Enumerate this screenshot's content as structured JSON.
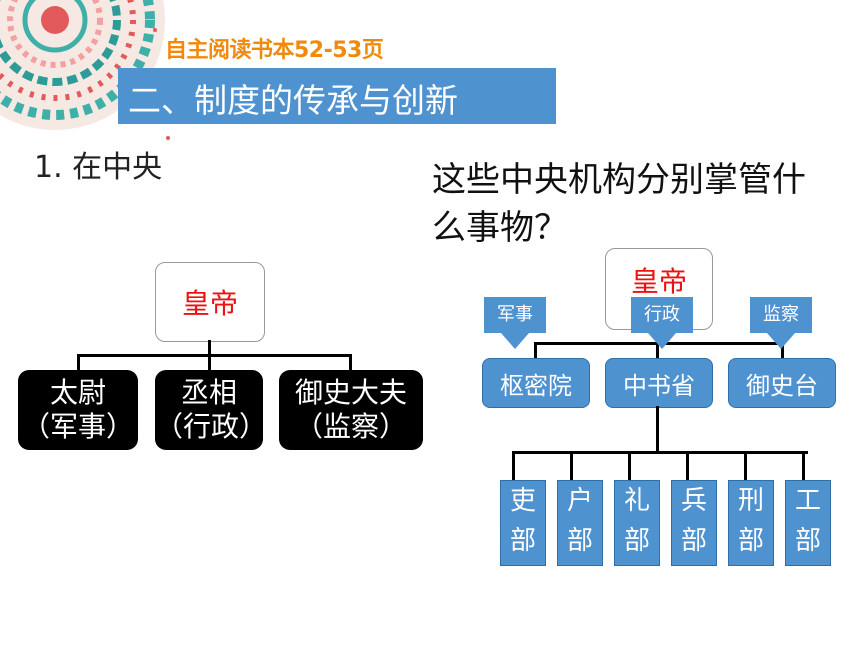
{
  "header": {
    "subtitle": "自主阅读书本52-53页",
    "title": "二、制度的传承与创新"
  },
  "section_label": "1. 在中央",
  "question": "这些中央机构分别掌管什么事物？",
  "left_chart": {
    "emperor": "皇帝",
    "offices": [
      {
        "name": "太尉",
        "role": "（军事）"
      },
      {
        "name": "丞相",
        "role": "（行政）"
      },
      {
        "name": "御史大夫",
        "role": "（监察）"
      }
    ]
  },
  "right_chart": {
    "emperor": "皇帝",
    "callouts": [
      "军事",
      "行政",
      "监察"
    ],
    "offices": [
      "枢密院",
      "中书省",
      "御史台"
    ],
    "departments": [
      {
        "top": "吏",
        "bottom": "部"
      },
      {
        "top": "户",
        "bottom": "部"
      },
      {
        "top": "礼",
        "bottom": "部"
      },
      {
        "top": "兵",
        "bottom": "部"
      },
      {
        "top": "刑",
        "bottom": "部"
      },
      {
        "top": "工",
        "bottom": "部"
      }
    ]
  },
  "colors": {
    "accent_blue": "#4f92d0",
    "subtitle_orange": "#f08a0c",
    "emperor_red": "#e11111"
  }
}
